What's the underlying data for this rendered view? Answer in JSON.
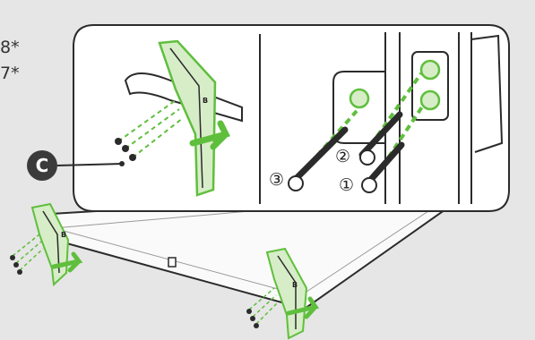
{
  "notes": {
    "top": "8*",
    "bottom": "7*"
  },
  "callout_label": "C",
  "step_numbers": [
    "③",
    "②",
    "①"
  ],
  "stand_mark": "B",
  "colors": {
    "background": "#e6e6e6",
    "panel": "#ffffff",
    "accent_green": "#5fbf3d",
    "stand_fill": "#d7edc8",
    "outline": "#2b2b2b"
  }
}
